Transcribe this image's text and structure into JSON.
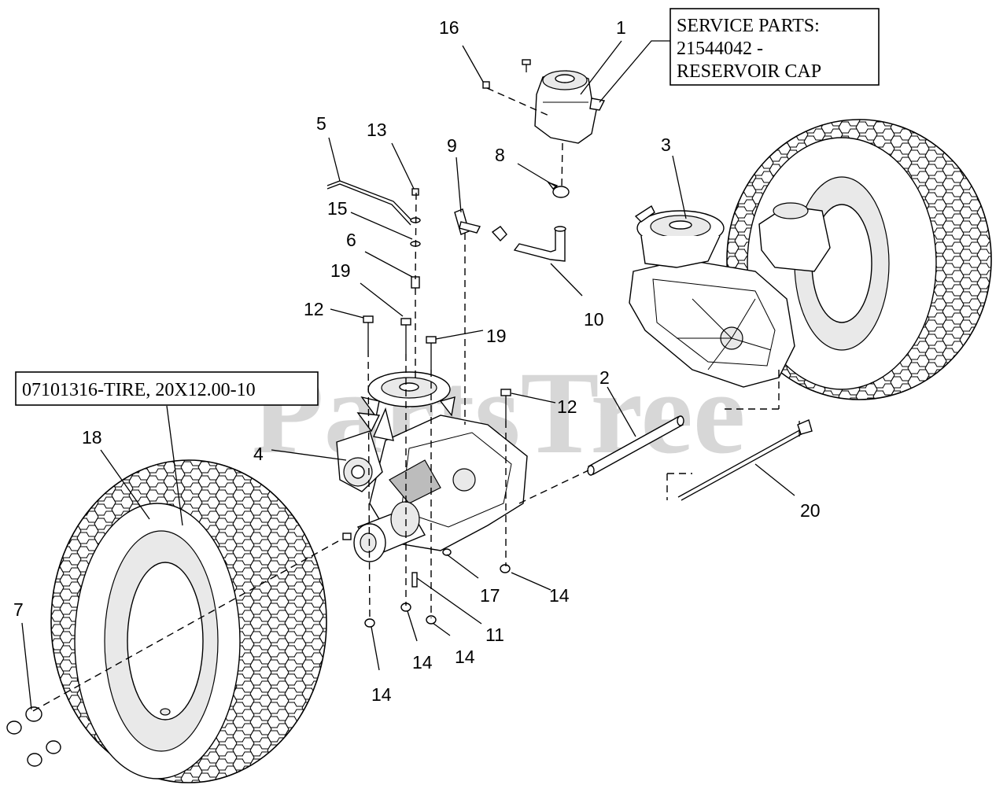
{
  "service_box": {
    "line1": "SERVICE PARTS:",
    "line2": "21544042 -",
    "line3": "RESERVOIR CAP"
  },
  "tire_box": {
    "text": "07101316-TIRE, 20X12.00-10"
  },
  "watermark": "PartsTree",
  "callouts": {
    "c1": "1",
    "c2": "2",
    "c3": "3",
    "c4": "4",
    "c5": "5",
    "c6": "6",
    "c7": "7",
    "c8": "8",
    "c9": "9",
    "c10": "10",
    "c11": "11",
    "c12a": "12",
    "c12b": "12",
    "c13": "13",
    "c14a": "14",
    "c14b": "14",
    "c14c": "14",
    "c14d": "14",
    "c15": "15",
    "c16": "16",
    "c17": "17",
    "c18": "18",
    "c19a": "19",
    "c19b": "19",
    "c20": "20"
  }
}
